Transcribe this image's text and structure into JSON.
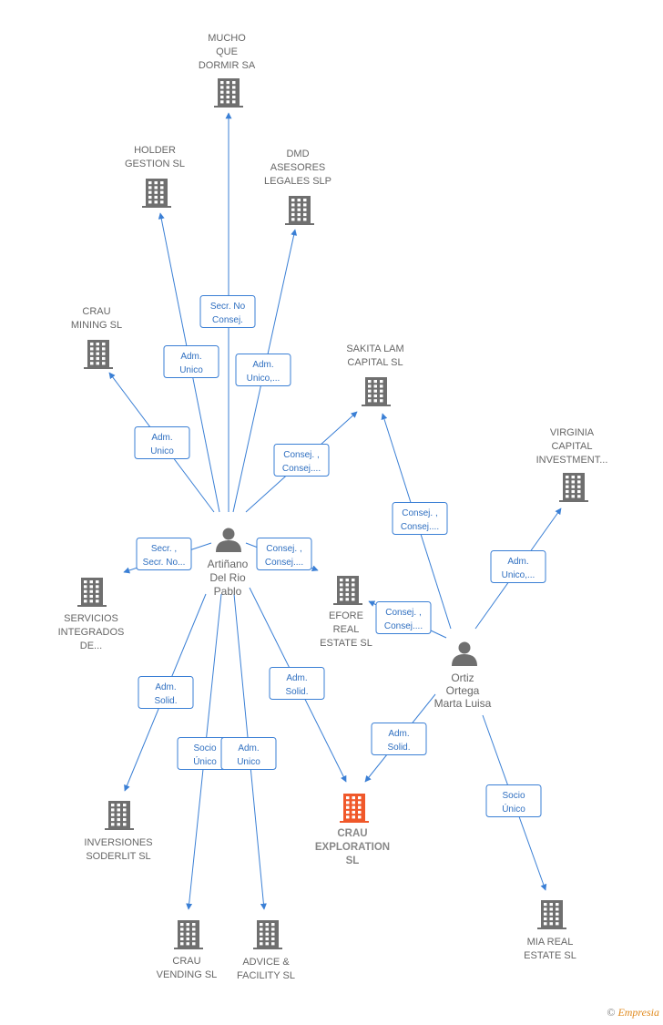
{
  "colors": {
    "edge": "#3a7fd5",
    "building": "#6f6f6f",
    "focus_building": "#f0582a",
    "person": "#6f6f6f"
  },
  "nodes": [
    {
      "id": "mucho",
      "type": "company",
      "label": [
        "MUCHO",
        "QUE",
        "DORMIR SA"
      ]
    },
    {
      "id": "holder",
      "type": "company",
      "label": [
        "HOLDER",
        "GESTION SL"
      ]
    },
    {
      "id": "dmd",
      "type": "company",
      "label": [
        "DMD",
        "ASESORES",
        "LEGALES  SLP"
      ]
    },
    {
      "id": "crau_mining",
      "type": "company",
      "label": [
        "CRAU",
        "MINING  SL"
      ]
    },
    {
      "id": "sakita",
      "type": "company",
      "label": [
        "SAKITA LAM",
        "CAPITAL  SL"
      ]
    },
    {
      "id": "virginia",
      "type": "company",
      "label": [
        "VIRGINIA",
        "CAPITAL",
        "INVESTMENT..."
      ]
    },
    {
      "id": "servicios",
      "type": "company",
      "label": [
        "SERVICIOS",
        "INTEGRADOS",
        "DE..."
      ]
    },
    {
      "id": "efore",
      "type": "company",
      "label": [
        "EFORE",
        "REAL",
        "ESTATE  SL"
      ]
    },
    {
      "id": "inversiones",
      "type": "company",
      "label": [
        "INVERSIONES",
        "SODERLIT SL"
      ]
    },
    {
      "id": "crau_expl",
      "type": "company",
      "focus": true,
      "label": [
        "CRAU",
        "EXPLORATION",
        "SL"
      ]
    },
    {
      "id": "crau_vending",
      "type": "company",
      "label": [
        "CRAU",
        "VENDING SL"
      ]
    },
    {
      "id": "advice",
      "type": "company",
      "label": [
        "ADVICE &",
        "FACILITY SL"
      ]
    },
    {
      "id": "mia",
      "type": "company",
      "label": [
        "MIA REAL",
        "ESTATE  SL"
      ]
    },
    {
      "id": "artinano",
      "type": "person",
      "label": [
        "Artiñano",
        "Del Rio",
        "Pablo"
      ]
    },
    {
      "id": "ortiz",
      "type": "person",
      "label": [
        "Ortiz",
        "Ortega",
        "Marta Luisa"
      ]
    }
  ],
  "edges": [
    {
      "from": "artinano",
      "to": "mucho",
      "label": [
        "Secr.  No",
        "Consej."
      ]
    },
    {
      "from": "artinano",
      "to": "holder",
      "label": [
        "Adm.",
        "Unico"
      ]
    },
    {
      "from": "artinano",
      "to": "dmd",
      "label": [
        "Adm.",
        "Unico,..."
      ]
    },
    {
      "from": "artinano",
      "to": "crau_mining",
      "label": [
        "Adm.",
        "Unico"
      ]
    },
    {
      "from": "artinano",
      "to": "sakita",
      "label": [
        "Consej. ,",
        "Consej...."
      ]
    },
    {
      "from": "artinano",
      "to": "servicios",
      "label": [
        "Secr. ,",
        "Secr. No..."
      ]
    },
    {
      "from": "artinano",
      "to": "efore",
      "label": [
        "Consej. ,",
        "Consej...."
      ]
    },
    {
      "from": "artinano",
      "to": "inversiones",
      "label": [
        "Adm.",
        "Solid."
      ]
    },
    {
      "from": "artinano",
      "to": "crau_vending",
      "label": [
        "Socio",
        "Único"
      ]
    },
    {
      "from": "artinano",
      "to": "advice",
      "label": [
        "Adm.",
        "Unico"
      ]
    },
    {
      "from": "artinano",
      "to": "crau_expl",
      "label": [
        "Adm.",
        "Solid."
      ]
    },
    {
      "from": "ortiz",
      "to": "sakita",
      "label": [
        "Consej. ,",
        "Consej...."
      ]
    },
    {
      "from": "ortiz",
      "to": "virginia",
      "label": [
        "Adm.",
        "Unico,..."
      ]
    },
    {
      "from": "ortiz",
      "to": "efore",
      "label": [
        "Consej. ,",
        "Consej...."
      ]
    },
    {
      "from": "ortiz",
      "to": "crau_expl",
      "label": [
        "Adm.",
        "Solid."
      ]
    },
    {
      "from": "ortiz",
      "to": "mia",
      "label": [
        "Socio",
        "Único"
      ]
    }
  ],
  "footer": {
    "copyright": "©",
    "brand": "Empresia"
  }
}
